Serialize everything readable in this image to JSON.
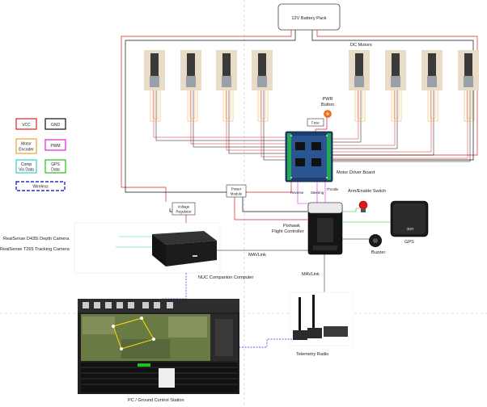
{
  "battery": {
    "label": "12V Battery Pack"
  },
  "motors": {
    "label": "DC Motors"
  },
  "pwr_button": {
    "label_line1": "PWR",
    "label_line2": "Button"
  },
  "fuse": {
    "label": "Fuse"
  },
  "driver_board": {
    "label": "Motor Driver Board"
  },
  "power_module": {
    "label_line1": "Power",
    "label_line2": "Module"
  },
  "voltage_regulator": {
    "label_line1": "Voltage",
    "label_line2": "Regulator"
  },
  "flight_controller": {
    "label_line1": "Pixhawk",
    "label_line2": "Flight Controller",
    "port_reverse": "Reverse",
    "port_steering": "Steering",
    "port_throttle": "Throttle"
  },
  "arm_switch": {
    "label": "Arm/Enable Switch"
  },
  "gps": {
    "label": "GPS"
  },
  "buzzer": {
    "label": "Buzzer"
  },
  "cameras": {
    "depth": "RealSense D435i Depth Camera",
    "tracking": "RealSense T265 Tracking Camera"
  },
  "nuc": {
    "label": "NUC Companion Computer"
  },
  "links": {
    "mavlink_nuc": "MAVLink",
    "mavlink_radio": "MAVLink"
  },
  "telemetry": {
    "label": "Telemetry Radio"
  },
  "gcs": {
    "label": "PC / Ground Control Station"
  },
  "legend": {
    "vcc": "VCC",
    "gnd": "GND",
    "encoder_line1": "Motor",
    "encoder_line2": "Encoder",
    "pwm": "PWM",
    "vision_line1": "Comp",
    "vision_line2": "Vis Data",
    "gps_line1": "GPS",
    "gps_line2": "Data",
    "wireless": "Wireless"
  },
  "colors": {
    "vcc": "#e02020",
    "gnd": "#111111",
    "encoder": "#f0a030",
    "pwm": "#e020e0",
    "vision": "#30d0d0",
    "gps": "#20c020",
    "wireless": "#2030d0"
  }
}
